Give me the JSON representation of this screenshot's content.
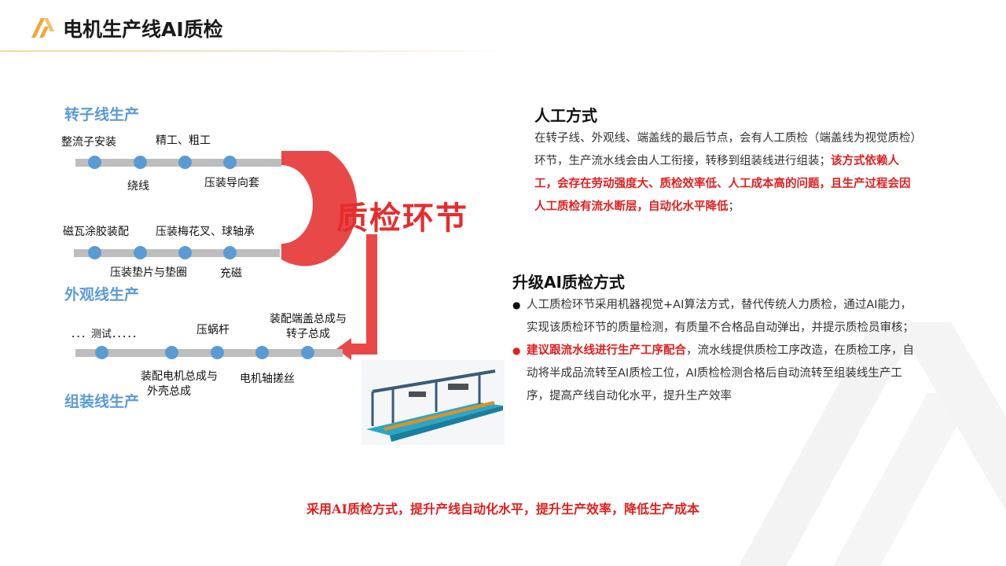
{
  "header": {
    "title": "电机生产线AI质检"
  },
  "diagram": {
    "sections": {
      "rotor": "转子线生产",
      "appearance": "外观线生产",
      "assembly": "组装线生产"
    },
    "rotor_top": {
      "a": "整流子安装",
      "b": "精工、粗工"
    },
    "rotor_bottom": {
      "a": "绕线",
      "b": "压装导向套"
    },
    "appearance_top": {
      "a": "磁瓦涂胶装配",
      "b": "压装梅花叉、球轴承"
    },
    "appearance_bottom": {
      "a": "压装垫片与垫圈",
      "b": "充磁"
    },
    "assembly_top": {
      "a": "．．．测试．．．．．",
      "b": "压蜗杆",
      "c1": "装配端盖总成与",
      "c2": "转子总成"
    },
    "assembly_bottom": {
      "a1": "装配电机总成与",
      "a2": "外壳总成",
      "b": "电机轴搓丝"
    },
    "qc_label": "质检环节",
    "colors": {
      "line": "#bdbdbd",
      "dot": "#5b9bd5",
      "arrow": "#e84848"
    }
  },
  "manual": {
    "heading": "人工方式",
    "text": "在转子线、外观线、端盖线的最后节点，会有人工质检（端盖线为视觉质检）环节，生产流水线会由人工衔接，转移到组装线进行组装；",
    "red": "该方式依赖人工，会存在劳动强度大、质检效率低、人工成本高的问题，且生产过程会因人工质检有流水断层，自动化水平降低",
    "tail": "；"
  },
  "upgrade": {
    "heading": "升级AI质检方式",
    "bullet_1": "人工质检环节采用机器视觉+AI算法方式，替代传统人力质检，通过AI能力，实现该质检环节的质量检测，有质量不合格品自动弹出，并提示质检员审核；",
    "bullet_2_red": "建议跟流水线进行生产工序配合",
    "bullet_2_rest": "，流水线提供质检工序改造，在质检工序，自动将半成品流转至AI质检工位，AI质检检测合格后自动流转至组装线生产工序，提高产线自动化水平，提升生产效率"
  },
  "footer": {
    "note": "采用AI质检方式，提升产线自动化水平，提升生产效率，降低生产成本"
  }
}
